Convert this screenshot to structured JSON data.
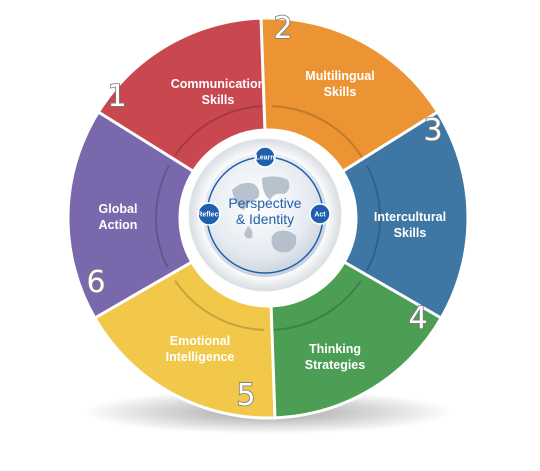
{
  "segments": [
    {
      "number": "1",
      "lines": [
        "Communication",
        "Skills"
      ],
      "color": "#c9474f"
    },
    {
      "number": "2",
      "lines": [
        "Multilingual",
        "Skills"
      ],
      "color": "#ec9434"
    },
    {
      "number": "3",
      "lines": [
        "Intercultural",
        "Skills"
      ],
      "color": "#3f77a4"
    },
    {
      "number": "4",
      "lines": [
        "Thinking",
        "Strategies"
      ],
      "color": "#4d9e55"
    },
    {
      "number": "5",
      "lines": [
        "Emotional",
        "Intelligence"
      ],
      "color": "#f2c84a"
    },
    {
      "number": "6",
      "lines": [
        "Global",
        "Action"
      ],
      "color": "#7a68ac"
    }
  ],
  "center": {
    "title_line1": "Perspective",
    "title_line2": "& Identity",
    "badges": [
      "Learn",
      "Act",
      "Reflect"
    ],
    "badge_color": "#1f5fae"
  }
}
